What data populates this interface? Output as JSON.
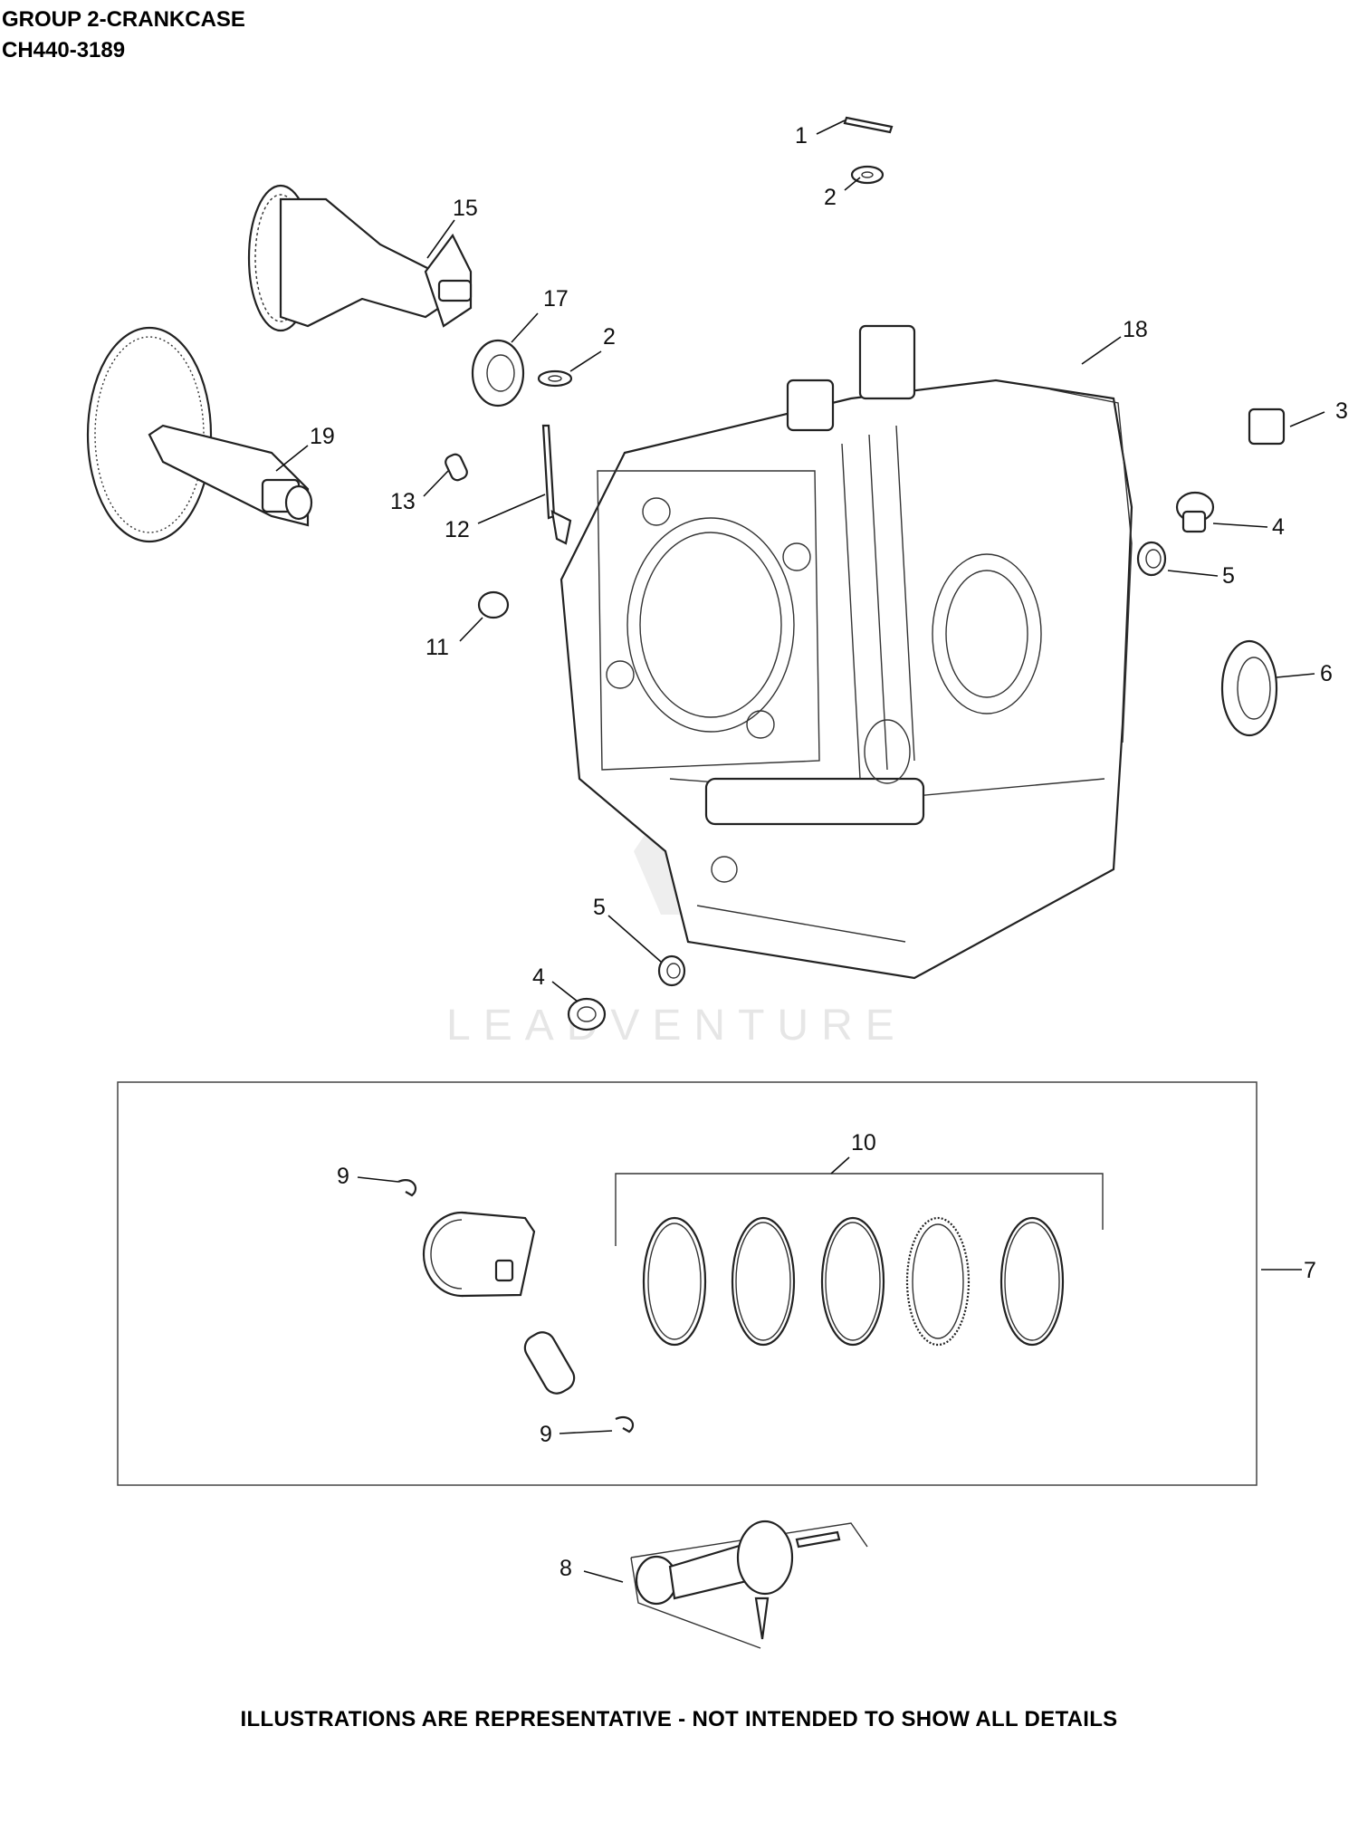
{
  "header": {
    "group_title": "GROUP 2-CRANKCASE",
    "model": "CH440-3189"
  },
  "watermark": "LEADVENTURE",
  "footer": "ILLUSTRATIONS ARE REPRESENTATIVE - NOT INTENDED TO SHOW ALL DETAILS",
  "callouts": {
    "c1": "1",
    "c2a": "2",
    "c2b": "2",
    "c3": "3",
    "c4a": "4",
    "c4b": "4",
    "c5a": "5",
    "c5b": "5",
    "c6": "6",
    "c7": "7",
    "c8": "8",
    "c9a": "9",
    "c9b": "9",
    "c10": "10",
    "c11": "11",
    "c12": "12",
    "c13": "13",
    "c15": "15",
    "c17": "17",
    "c18": "18",
    "c19": "19"
  }
}
